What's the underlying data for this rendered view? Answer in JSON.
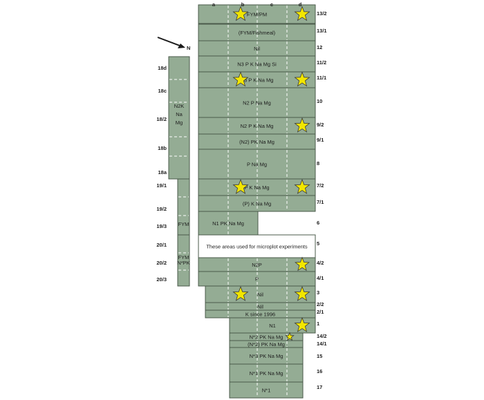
{
  "columns": [
    "a",
    "b",
    "c",
    "d"
  ],
  "north_label": "N",
  "plots": [
    {
      "id": "p13_2",
      "row": "13/2",
      "label": "FYM/PM",
      "stars": [
        "b",
        "d"
      ]
    },
    {
      "id": "p13_1",
      "row": "13/1",
      "label": "(FYM/Fishmeal)",
      "stars": []
    },
    {
      "id": "p12",
      "row": "12",
      "label": "Nil",
      "stars": []
    },
    {
      "id": "p11_2",
      "row": "11/2",
      "label": "N3 P K Na Mg Si",
      "stars": []
    },
    {
      "id": "p11_1",
      "row": "11/1",
      "label": "N3 P K Na Mg",
      "stars": [
        "b",
        "d"
      ]
    },
    {
      "id": "p10",
      "row": "10",
      "label": "N2 P Na Mg",
      "stars": []
    },
    {
      "id": "p9_2",
      "row": "9/2",
      "label": "N2 P K Na Mg",
      "stars": [
        "d"
      ]
    },
    {
      "id": "p9_1",
      "row": "9/1",
      "label": "(N2) PK Na Mg",
      "stars": []
    },
    {
      "id": "p8",
      "row": "8",
      "label": "P Na Mg",
      "stars": []
    },
    {
      "id": "p7_2",
      "row": "7/2",
      "label": "P K Na Mg",
      "stars": [
        "b",
        "d"
      ]
    },
    {
      "id": "p7_1",
      "row": "7/1",
      "label": "(P) K Na Mg",
      "stars": []
    },
    {
      "id": "p6",
      "row": "6",
      "label": "N1 PK Na Mg",
      "stars": []
    },
    {
      "id": "p5",
      "row": "5",
      "label": "These areas used for microplot experiments",
      "stars": []
    },
    {
      "id": "p4_2",
      "row": "4/2",
      "label": "N2P",
      "stars": [
        "d"
      ]
    },
    {
      "id": "p4_1",
      "row": "4/1",
      "label": "P",
      "stars": []
    },
    {
      "id": "p3",
      "row": "3",
      "label": "Nil",
      "stars": [
        "b",
        "d"
      ]
    },
    {
      "id": "p2_2",
      "row": "2/2",
      "label": "Nil",
      "stars": []
    },
    {
      "id": "p2_1",
      "row": "2/1",
      "label": "K since 1996",
      "stars": []
    },
    {
      "id": "p1",
      "row": "1",
      "label": "N1",
      "stars": [
        "d"
      ]
    },
    {
      "id": "p14_2",
      "row": "14/2",
      "label": "N*2 PK Na Mg",
      "stars": [
        "d"
      ]
    },
    {
      "id": "p14_1",
      "row": "14/1",
      "label": "(N*2) PK Na Mg",
      "stars": []
    },
    {
      "id": "p15",
      "row": "15",
      "label": "N*3 PK Na Mg",
      "stars": []
    },
    {
      "id": "p16",
      "row": "16",
      "label": "N*1 PK Na Mg",
      "stars": []
    },
    {
      "id": "p17",
      "row": "17",
      "label": "N*1",
      "stars": []
    }
  ],
  "left_plots": [
    {
      "id": "l18",
      "label": "N2K\nNa\nMg",
      "subplots": [
        "18d",
        "18c",
        "18/2",
        "18b",
        "18a"
      ]
    },
    {
      "id": "l19",
      "label": "FYM",
      "subplots": [
        "19/1",
        "19/2",
        "19/3"
      ]
    },
    {
      "id": "l20",
      "label": "FYM\nN*PK",
      "subplots": [
        "20/1",
        "20/2",
        "20/3"
      ]
    }
  ]
}
